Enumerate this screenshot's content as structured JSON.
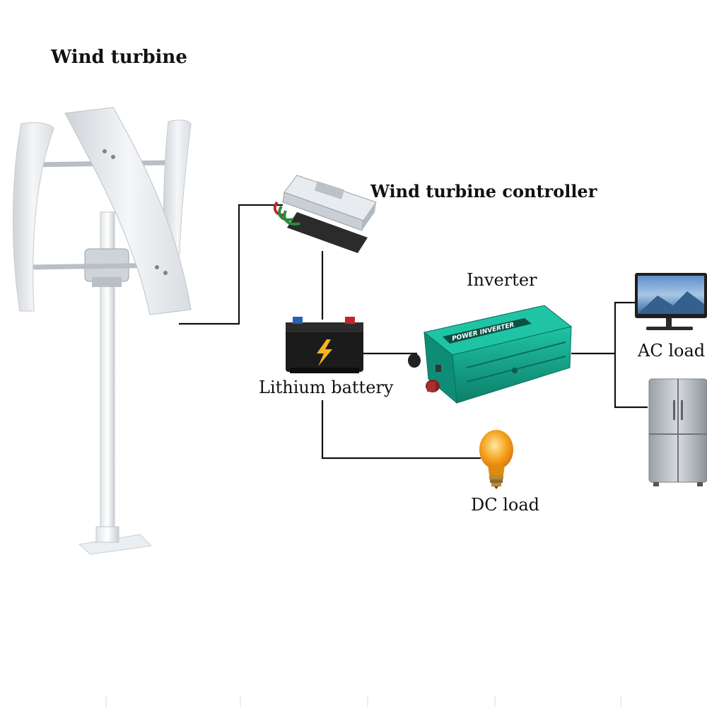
{
  "labels": {
    "wind_turbine": "Wind turbine",
    "controller": "Wind turbine controller",
    "inverter": "Inverter",
    "ac_load": "AC load",
    "battery": "Lithium battery",
    "dc_load": "DC load"
  },
  "inverter_faceplate_text": "POWER INVERTER",
  "colors": {
    "wire": "#111111",
    "inverter_body": "#12a38a",
    "battery_body": "#1b1b1b",
    "bolt": "#f2b51a",
    "bulb": "#f6a21c",
    "turbine_blade": "#e9ecef"
  }
}
